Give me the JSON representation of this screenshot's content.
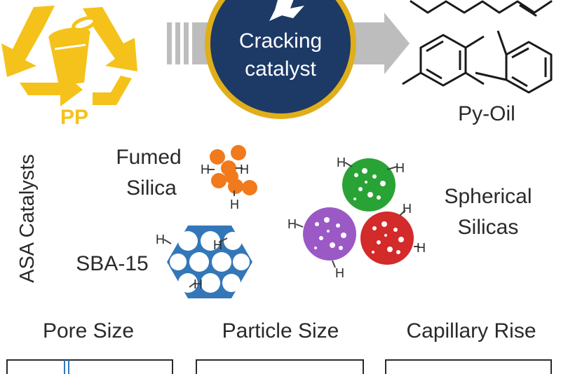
{
  "header": {
    "feedstock_label": "PP",
    "catalyst_label_line1": "Cracking",
    "catalyst_label_line2": "catalyst",
    "product_label": "Py-Oil"
  },
  "catalysts": {
    "side_label": "ASA Catalysts",
    "fumed_silica": {
      "line1": "Fumed",
      "line2": "Silica"
    },
    "sba15": {
      "label": "SBA-15"
    },
    "spherical_silicas": {
      "line1": "Spherical",
      "line2": "Silicas"
    },
    "hydrogen_label": "H"
  },
  "properties": {
    "pore_size": "Pore Size",
    "particle_size": "Particle Size",
    "capillary_rise": "Capillary Rise"
  },
  "colors": {
    "recycle_yellow": "#f4c21a",
    "catalyst_navy": "#1d3a66",
    "catalyst_ring": "#e0ae1a",
    "arrow_gray": "#bdbdbd",
    "fumed_orange": "#f07a1c",
    "sba_blue": "#3477b8",
    "sphere_green": "#29a336",
    "sphere_purple": "#9b59c6",
    "sphere_red": "#d32a2a",
    "text_dark": "#2a2a2a"
  }
}
